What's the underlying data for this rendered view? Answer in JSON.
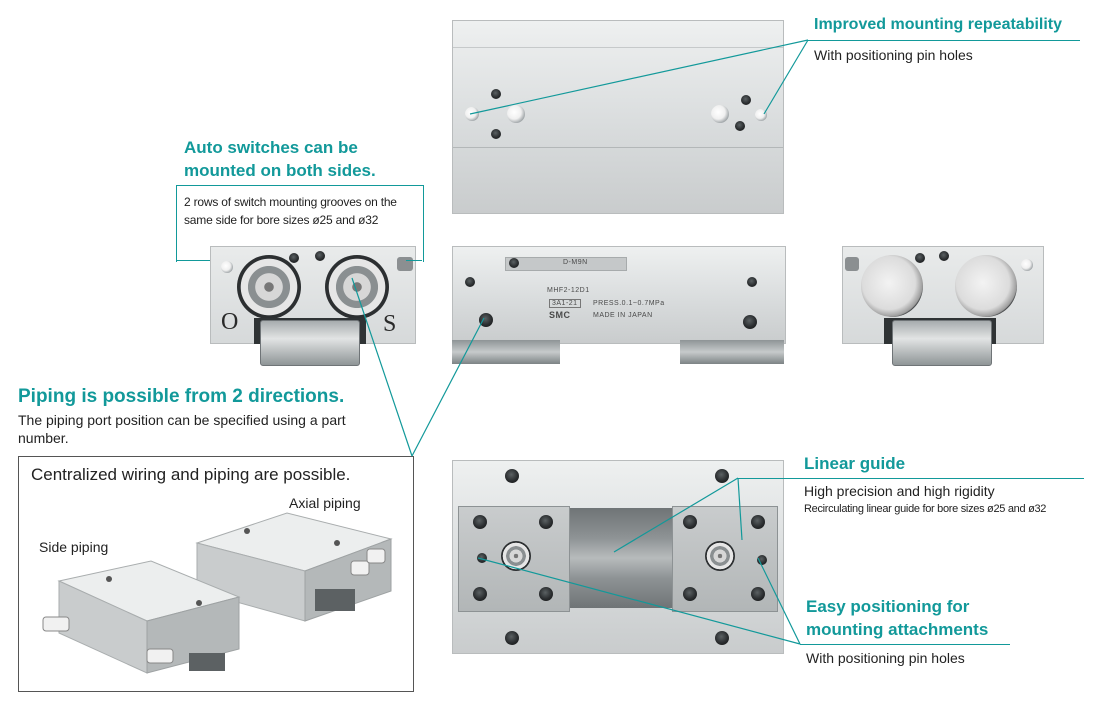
{
  "callouts": {
    "repeatability": {
      "title": "Improved mounting repeatability",
      "desc": "With positioning pin holes"
    },
    "auto_switch": {
      "title_line1": "Auto switches can be",
      "title_line2": "mounted on both sides.",
      "desc_line1": "2 rows of switch mounting grooves on the",
      "desc_line2": "same side for bore sizes ø25 and ø32"
    },
    "piping": {
      "title": "Piping is possible from 2 directions.",
      "desc_line1": "The piping port position can be specified using a part",
      "desc_line2": "number."
    },
    "linear_guide": {
      "title": "Linear guide",
      "desc_line1": "High precision and high rigidity",
      "desc_line2": "Recirculating linear guide for bore sizes ø25 and ø32"
    },
    "positioning": {
      "title_line1": "Easy positioning for",
      "title_line2": "mounting attachments",
      "desc": "With positioning pin holes"
    }
  },
  "inset": {
    "heading": "Centralized wiring and piping are possible.",
    "axial_label": "Axial piping",
    "side_label": "Side piping"
  },
  "product_markings": {
    "end_left_o": "O",
    "end_left_s": "S",
    "model": "MHF2-12D1",
    "code": "3A1-21",
    "pressure": "PRESS.0.1~0.7MPa",
    "origin": "MADE IN JAPAN",
    "brand": "SMC",
    "switch": "D-M9N"
  },
  "colors": {
    "accent": "#12999a"
  }
}
